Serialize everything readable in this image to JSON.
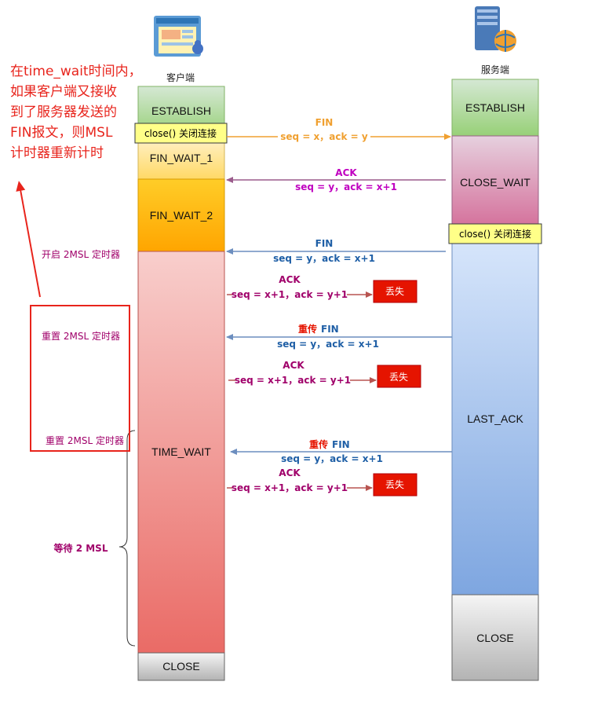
{
  "client": {
    "label": "客户端"
  },
  "server": {
    "label": "服务端"
  },
  "client_states": [
    "ESTABLISH",
    "FIN_WAIT_1",
    "FIN_WAIT_2",
    "TIME_WAIT",
    "CLOSE"
  ],
  "server_states": [
    "ESTABLISH",
    "CLOSE_WAIT",
    "LAST_ACK",
    "CLOSE"
  ],
  "close_call": "close() 关闭连接",
  "messages": {
    "fin1_title": "FIN",
    "fin1_seq": "seq = x，ack = y",
    "ack1_title": "ACK",
    "ack1_seq": "seq = y，ack = x+1",
    "fin2_title": "FIN",
    "fin2_seq": "seq = y，ack = x+1",
    "ack2_title": "ACK",
    "ack2_seq": "seq = x+1，ack = y+1",
    "lost": "丢失",
    "retrans_prefix": "重传",
    "retrans_fin": "FIN",
    "retrans_seq": "seq = y，ack = x+1",
    "ack3_title": "ACK",
    "ack3_seq": "seq = x+1，ack = y+1",
    "ack4_title": "ACK",
    "ack4_seq": "seq = x+1，ack = y+1"
  },
  "timers": {
    "start": "开启 2MSL 定时器",
    "reset1": "重置 2MSL 定时器",
    "reset2": "重置 2MSL 定时器",
    "wait": "等待 2 MSL"
  },
  "annotation": [
    "在time_wait时间内，",
    "如果客户端又接收",
    "到了服务器发送的",
    "FIN报文，则MSL",
    "计时器重新计时"
  ],
  "colors": {
    "annotation": "#e8241c",
    "orange_arrow": "#f0a030",
    "purple_arrow": "#9b5c8c",
    "blue_arrow": "#6c8ebf",
    "red_arrow": "#b85450",
    "blue_text": "#1f5fa6",
    "magenta_text": "#c000c0",
    "ack_text": "#a0006a",
    "lost_bg": "#e51400"
  }
}
